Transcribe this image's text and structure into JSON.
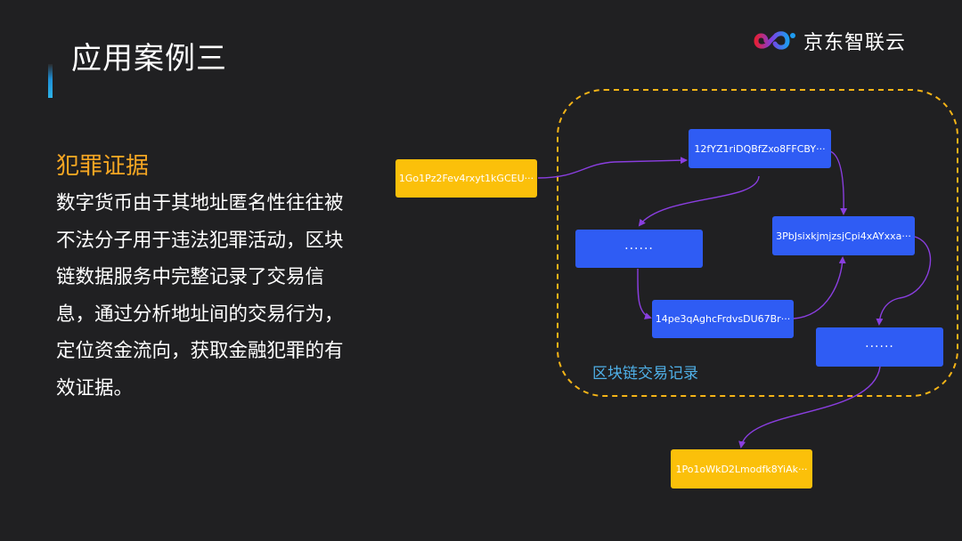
{
  "slide": {
    "title": "应用案例三",
    "logo_text": "京东智联云",
    "section_heading": "犯罪证据",
    "body_lines": [
      "数字货币由于其地址匿名性往往被",
      "不法分子用于违法犯罪活动，区块",
      "链数据服务中完整记录了交易信",
      "息，通过分析地址间的交易行为，",
      "定位资金流向，获取金融犯罪的有",
      "效证据。"
    ]
  },
  "diagram": {
    "region_label": "区块链交易记录",
    "nodes": {
      "source": "1Go1Pz2Fev4rxyt1kGCEU···",
      "n1": "12fYZ1riDQBfZxo8FFCBY···",
      "n2": "······",
      "n3": "3PbJsixkjmjzsjCpi4xAYxxa···",
      "n4": "14pe3qAghcFrdvsDU67Br···",
      "n5": "······",
      "target": "1Po1oWkD2Lmodfk8YiAk···"
    },
    "colors": {
      "background": "#202022",
      "node_blue": "#2f5cf4",
      "node_yellow": "#fbc00a",
      "region_border": "#f5b417",
      "arrow": "#8a3ee0",
      "heading": "#f5a623",
      "region_label": "#4fb0e8"
    }
  }
}
